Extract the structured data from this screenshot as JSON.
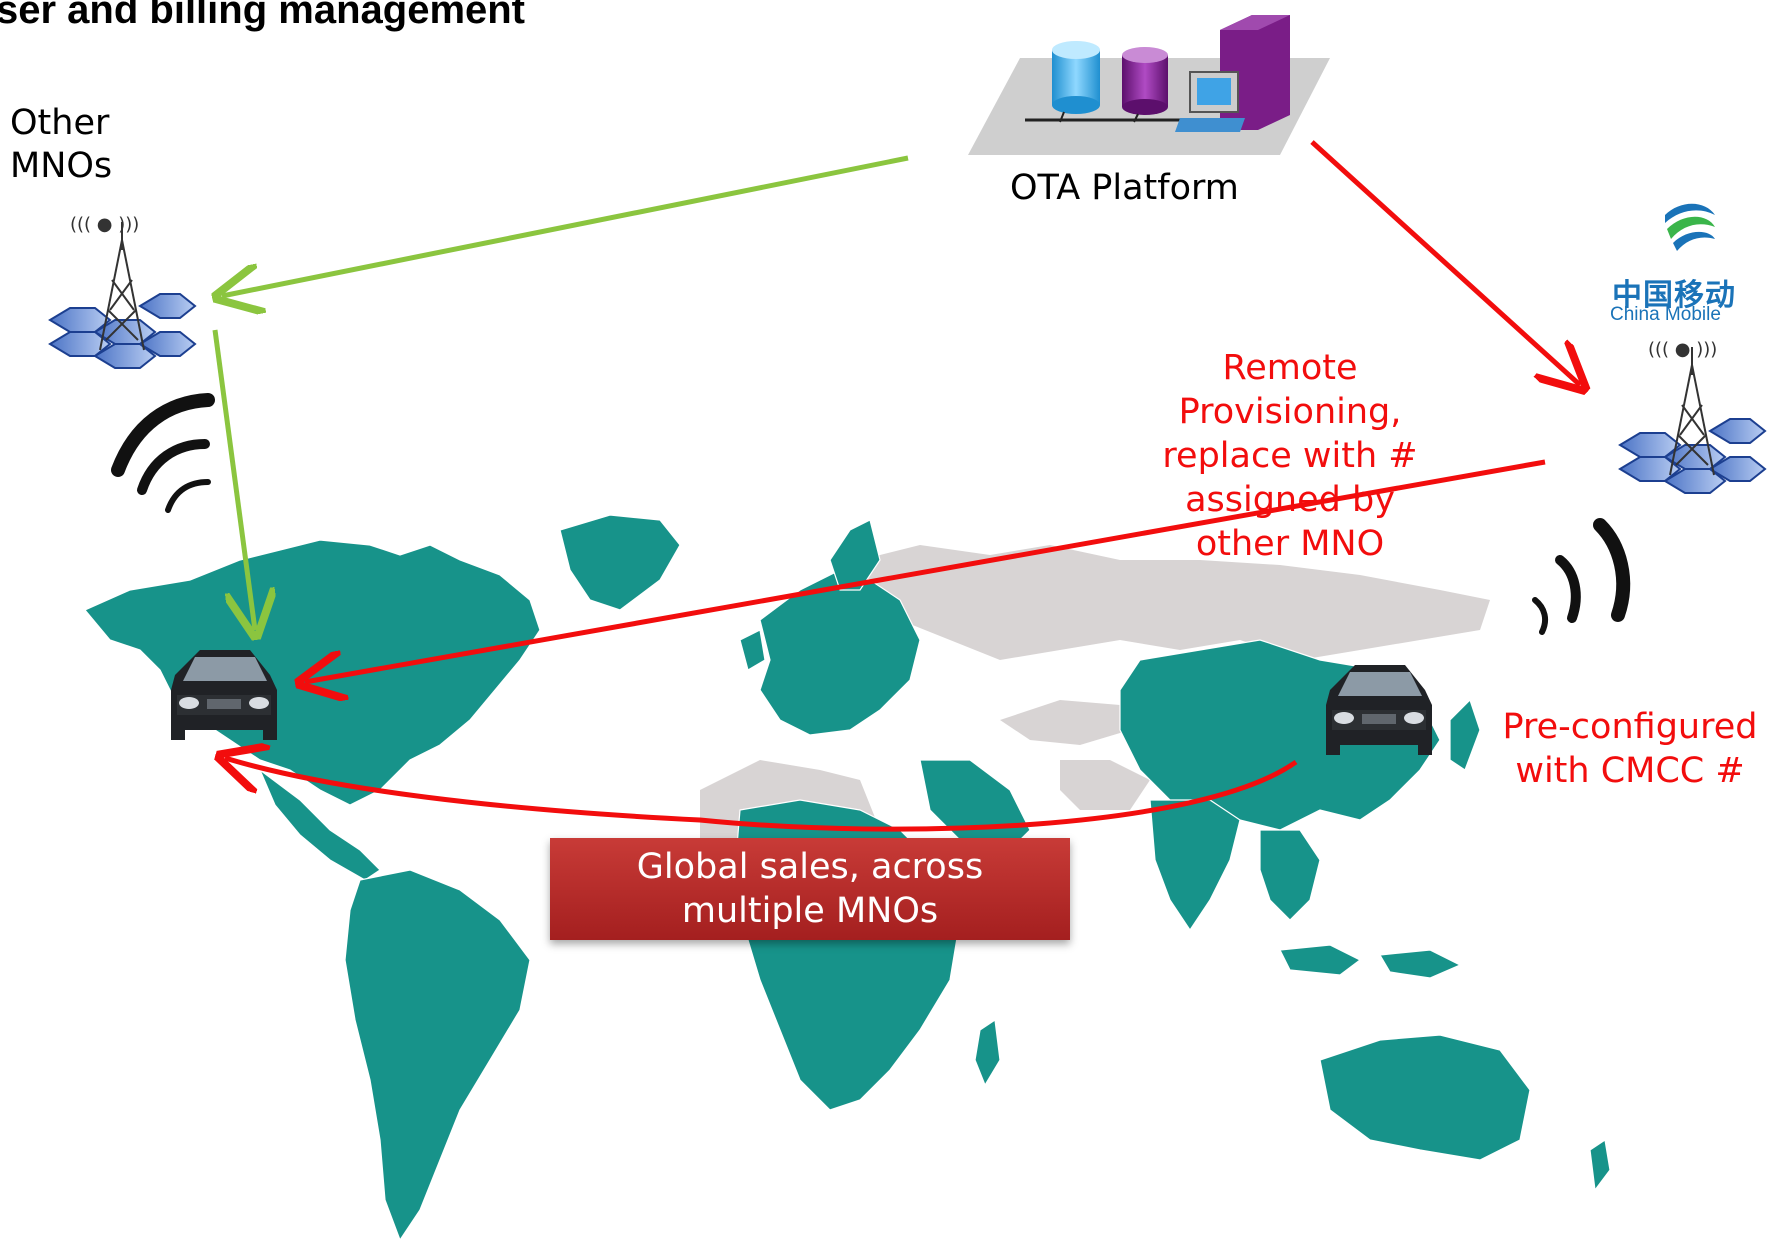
{
  "header": {
    "title": "ser and billing management"
  },
  "labels": {
    "other_mnos_line1": "Other",
    "other_mnos_line2": "MNOs",
    "ota_platform": "OTA Platform",
    "remote_line1": "Remote",
    "remote_line2": "Provisioning,",
    "remote_line3": "replace with #",
    "remote_line4": "assigned by",
    "remote_line5": "other MNO",
    "preconf_line1": "Pre-configured",
    "preconf_line2": "with CMCC #",
    "sales_line1": "Global sales, across",
    "sales_line2": "multiple MNOs"
  },
  "logo": {
    "cn": "中国移动",
    "en": "China Mobile"
  },
  "colors": {
    "map": "#17938a",
    "map_grey": "#d8d4d4",
    "green_arrow": "#8bc53f",
    "red_arrow": "#f20d0d",
    "sales_box": "#b52b2b",
    "logo_blue": "#1a73b8"
  },
  "icons": [
    "tower-icon",
    "database-icon",
    "server-icon",
    "car-icon",
    "signal-waves-icon",
    "china-mobile-logo-icon"
  ]
}
